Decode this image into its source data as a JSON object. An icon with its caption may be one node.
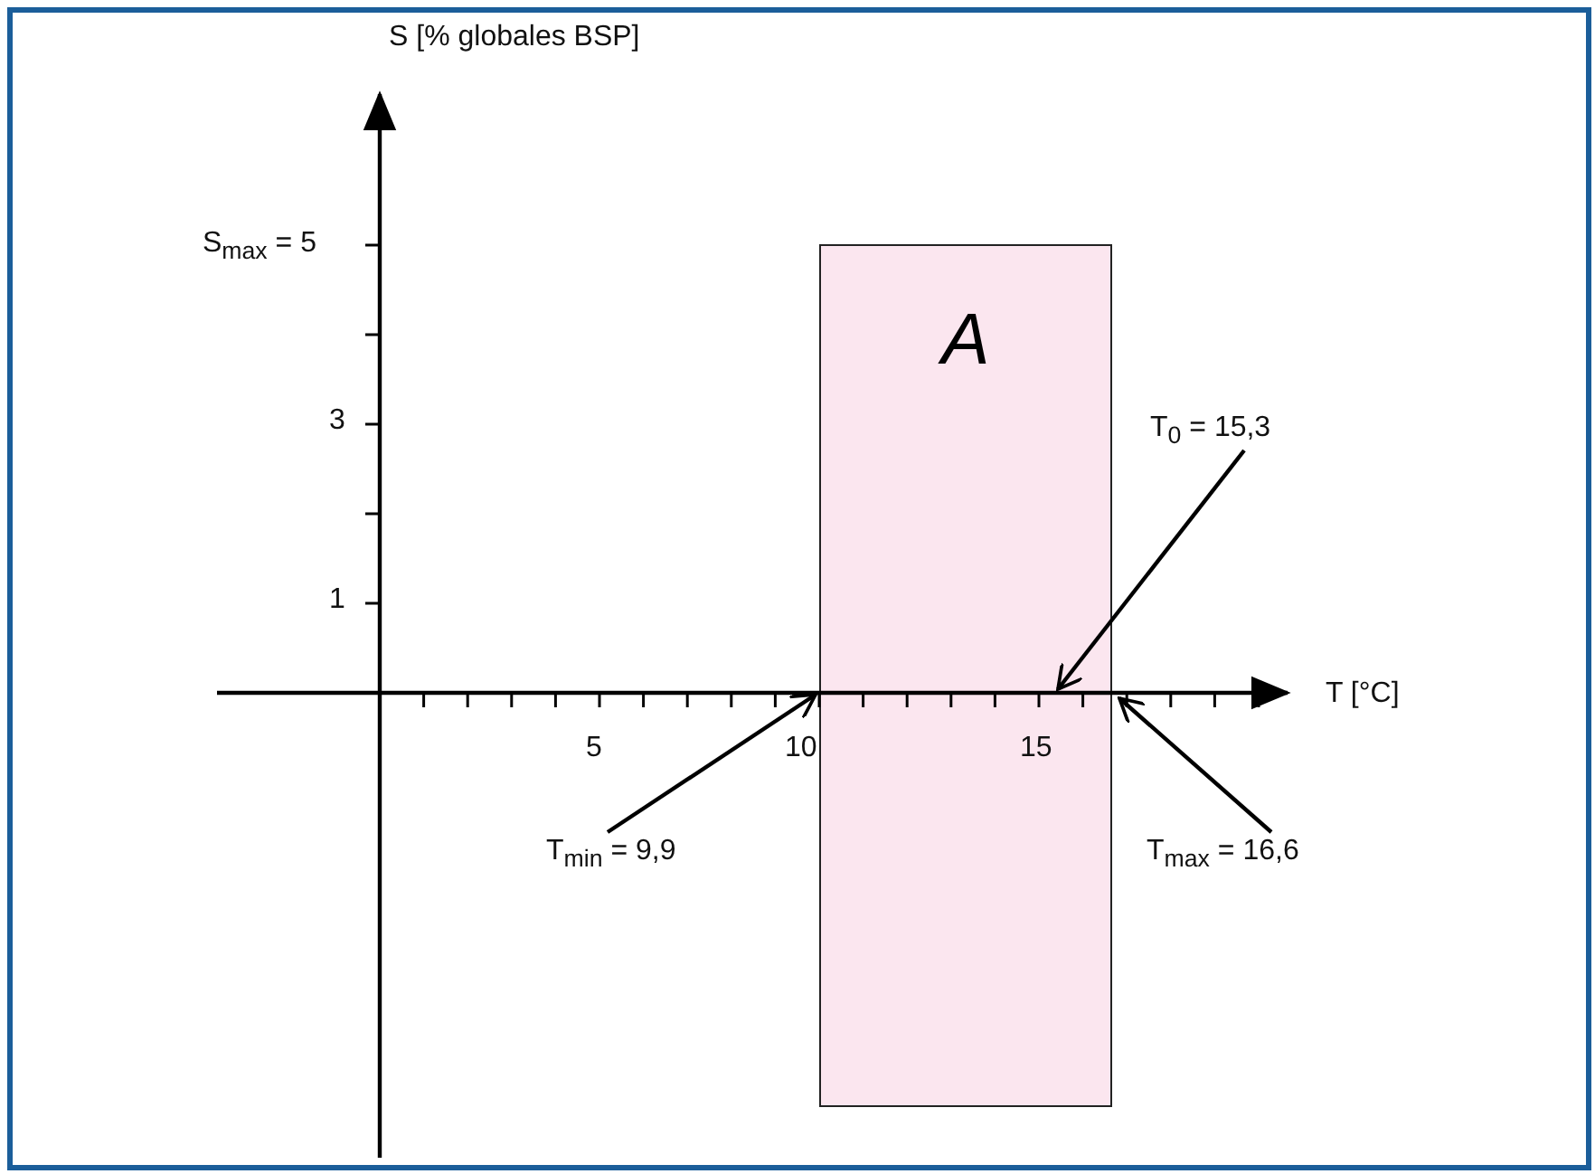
{
  "diagram": {
    "nodes": [
      {
        "text": [
          "A"
        ]
      },
      {
        "text": [
          "T$_{0}$ = 15,3"
        ]
      },
      {
        "text": [
          "T$_{min}$ = 9,9"
        ]
      },
      {
        "text": [
          "T$_{max}$ = 16,6"
        ]
      }
    ],
    "edges": [
      {
        "from": 1,
        "to": 0,
        "arrow": "to"
      },
      {
        "from": 2,
        "to": 0,
        "arrow": "to"
      },
      {
        "from": 3,
        "to": 0,
        "arrow": "to"
      }
    ],
    "labels": [
      "S [% globales BSP]",
      "S$_{max}$ = 5",
      "3",
      "1",
      "T [°C]",
      "5",
      "10",
      "15"
    ]
  }
}
